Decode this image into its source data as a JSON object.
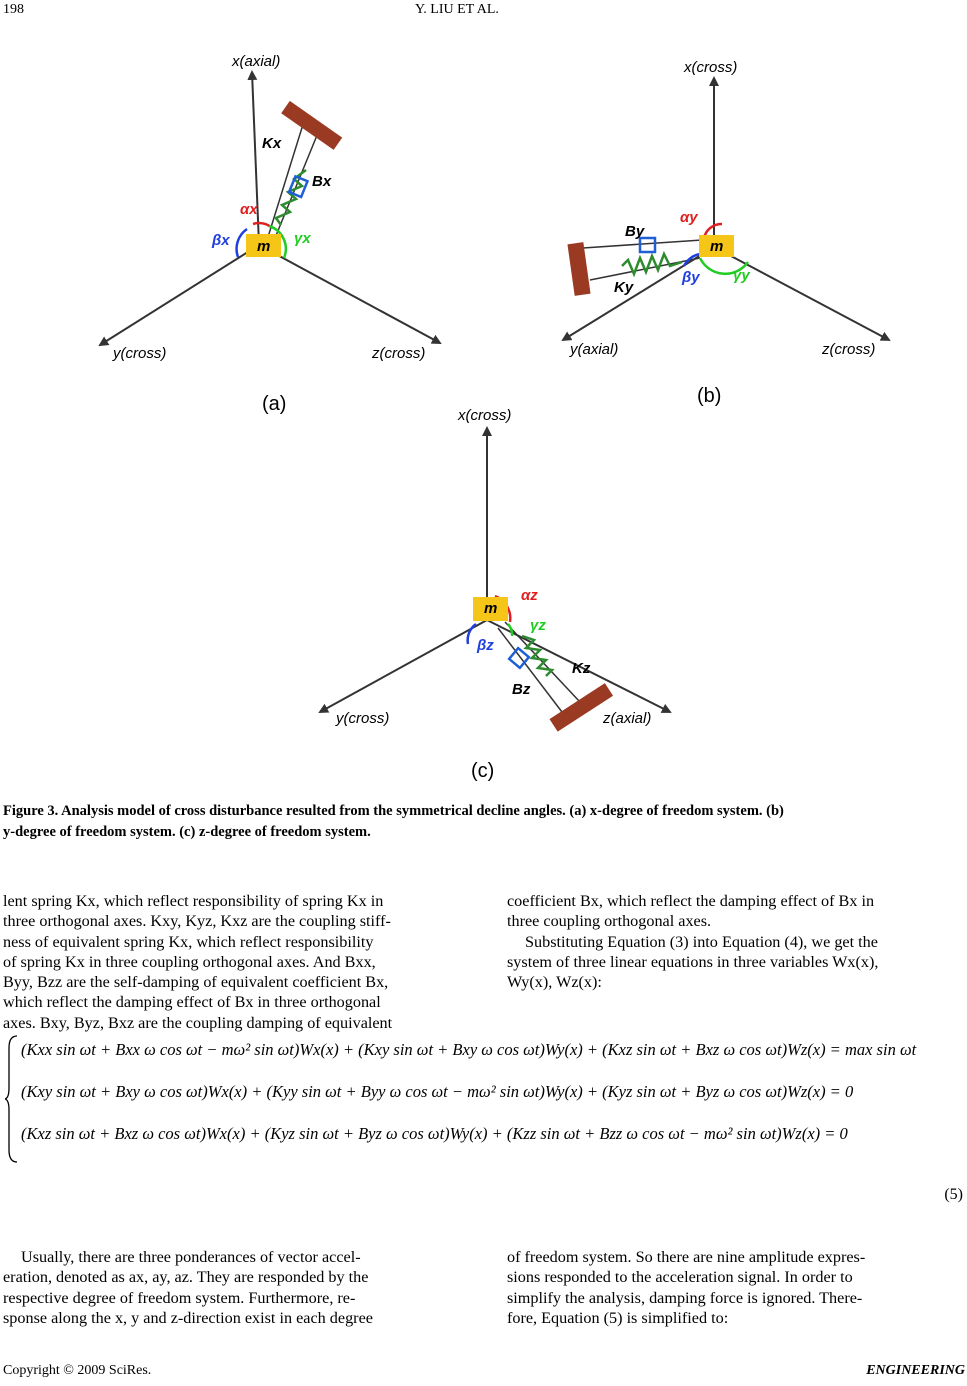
{
  "header": {
    "page_number": "198",
    "running_title": "Y. LIU ET AL."
  },
  "figure": {
    "panel_a": {
      "axis_x": "x(axial)",
      "axis_y": "y(cross)",
      "axis_z": "z(cross)",
      "mass": "m",
      "spring": "Kx",
      "damper": "Bx",
      "angle_alpha": "αx",
      "angle_beta": "βx",
      "angle_gamma": "γx",
      "tag": "(a)"
    },
    "panel_b": {
      "axis_x": "x(cross)",
      "axis_y": "y(axial)",
      "axis_z": "z(cross)",
      "mass": "m",
      "spring": "Ky",
      "damper": "By",
      "angle_alpha": "αy",
      "angle_beta": "βy",
      "angle_gamma": "γy",
      "tag": "(b)"
    },
    "panel_c": {
      "axis_x": "x(cross)",
      "axis_y": "y(cross)",
      "axis_z": "z(axial)",
      "mass": "m",
      "spring": "Kz",
      "damper": "Bz",
      "angle_alpha": "αz",
      "angle_beta": "βz",
      "angle_gamma": "γz",
      "tag": "(c)"
    },
    "colors": {
      "mass": "#F5C518",
      "wall": "#9B3A22",
      "spring": "#2E8B2E",
      "damper": "#1F5FD6",
      "alpha": "#E02020",
      "beta": "#1F3FE0",
      "gamma": "#22CC22"
    }
  },
  "caption": {
    "line1": "Figure 3. Analysis model of cross disturbance resulted from the symmetrical decline angles. (a) x-degree of freedom system. (b)",
    "line2": "y-degree of freedom system. (c) z-degree of freedom system."
  },
  "left_column": {
    "para1": [
      "lent spring Kx, which reflect responsibility of spring Kx in",
      "three orthogonal axes. Kxy, Kyz, Kxz are the coupling stiff-",
      "ness of equivalent spring Kx, which reflect responsibility",
      "of spring Kx in three coupling orthogonal axes. And Bxx,",
      "Byy, Bzz are the self-damping of equivalent coefficient Bx,",
      "which reflect the damping effect of Bx in three orthogonal",
      "axes. Bxy, Byz, Bxz are the coupling damping of equivalent"
    ],
    "para2": [
      "Usually, there are three ponderances of vector accel-",
      "eration, denoted as ax, ay, az. They are responded by the",
      "respective degree of freedom system. Furthermore, re-",
      "sponse along the x, y and z-direction exist in each degree"
    ]
  },
  "right_column": {
    "para1": [
      "coefficient Bx, which reflect the damping effect of Bx in",
      "three coupling orthogonal axes."
    ],
    "para2": [
      "Substituting Equation (3) into Equation (4), we get the",
      "system of three linear equations in three variables Wx(x),",
      "Wy(x), Wz(x):"
    ],
    "para3": [
      "of freedom system. So there are nine amplitude expres-",
      "sions responded to the acceleration signal. In order to",
      "simplify the analysis, damping force is ignored. There-",
      "fore, Equation (5) is simplified to:"
    ]
  },
  "equation": {
    "row1": "(Kxx sin ωt + Bxx ω cos ωt − mω² sin ωt)Wx(x) + (Kxy sin ωt + Bxy ω cos ωt)Wy(x) + (Kxz sin ωt + Bxz ω cos ωt)Wz(x) = max sin ωt",
    "row2": "(Kxy sin ωt + Bxy ω cos ωt)Wx(x) + (Kyy sin ωt + Byy ω cos ωt − mω² sin ωt)Wy(x) + (Kyz sin ωt + Byz ω cos ωt)Wz(x) = 0",
    "row3": "(Kxz sin ωt + Bxz ω cos ωt)Wx(x) + (Kyz sin ωt + Byz ω cos ωt)Wy(x) + (Kzz sin ωt + Bzz ω cos ωt − mω² sin ωt)Wz(x) = 0",
    "number": "(5)"
  },
  "footer": {
    "copyright": "Copyright © 2009 SciRes.",
    "journal": "ENGINEERING"
  }
}
